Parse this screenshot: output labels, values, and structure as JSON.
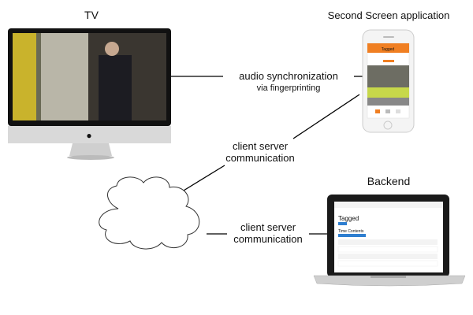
{
  "labels": {
    "tv": "TV",
    "second_screen": "Second Screen application",
    "backend": "Backend",
    "audio_sync_line1": "audio synchronization",
    "audio_sync_line2": "via fingerprinting",
    "cs_top_line1": "client server",
    "cs_top_line2": "communication",
    "cs_bottom_line1": "client server",
    "cs_bottom_line2": "communication"
  },
  "backend_screen": {
    "title": "Tagged",
    "section": "Time Contents"
  },
  "phone_screen": {
    "title": "Tagged"
  },
  "colors": {
    "phone_accent": "#f07f22",
    "backend_button": "#2f7fd0"
  }
}
